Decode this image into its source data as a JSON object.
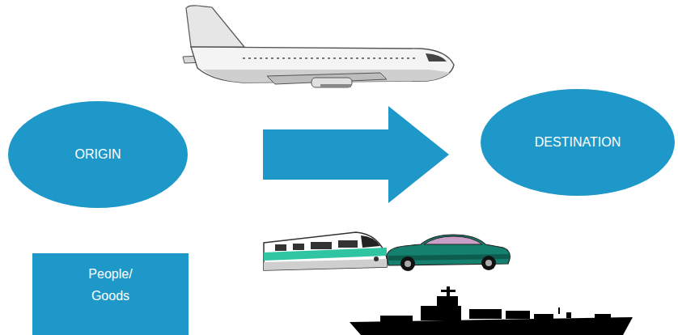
{
  "diagram": {
    "nodes": [
      {
        "text": [
          "ORIGIN"
        ]
      },
      {
        "text": [
          "DESTINATION"
        ]
      },
      {
        "text": [
          "People/ Goods"
        ]
      }
    ],
    "edges": [
      {
        "from": 0,
        "to": 1,
        "arrow": "to"
      }
    ]
  }
}
